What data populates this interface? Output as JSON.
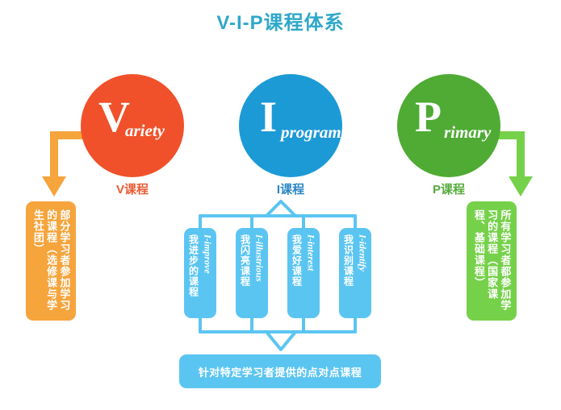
{
  "title": "V-I-P课程体系",
  "colors": {
    "title": "#2fa8c9",
    "orange": "#f0512a",
    "orange_light": "#f6a43c",
    "blue": "#1c9ad6",
    "blue_light": "#5bc5f2",
    "green": "#4fab34",
    "green_light": "#76d14a"
  },
  "circles": [
    {
      "cap": "V",
      "rest": "ariety",
      "caption": "V课程",
      "color": "#f0512a"
    },
    {
      "cap": "I",
      "rest": "program",
      "caption": "I课程",
      "color": "#1c9ad6"
    },
    {
      "cap": "P",
      "rest": "rimary",
      "caption": "P课程",
      "color": "#4fab34"
    }
  ],
  "side_boxes": {
    "left": {
      "color": "#f6a43c",
      "lines": [
        "部分学习者参加学习",
        "的课程（选修课与学",
        "生社团）"
      ]
    },
    "right": {
      "color": "#76d14a",
      "lines": [
        "所有学习者都参加学",
        "习的课程（国家课",
        "程、基础课程）"
      ]
    }
  },
  "sub_boxes": [
    {
      "en": "I-improve",
      "zh": "我进步的课程"
    },
    {
      "en": "I-illustrious",
      "zh": "我闪亮课程"
    },
    {
      "en": "I-interest",
      "zh": "我爱好课程"
    },
    {
      "en": "I-identify",
      "zh": "我识别课程"
    }
  ],
  "bottom_box": {
    "label": "针对特定学习者提供的点对点课程",
    "color": "#5bc5f2"
  }
}
